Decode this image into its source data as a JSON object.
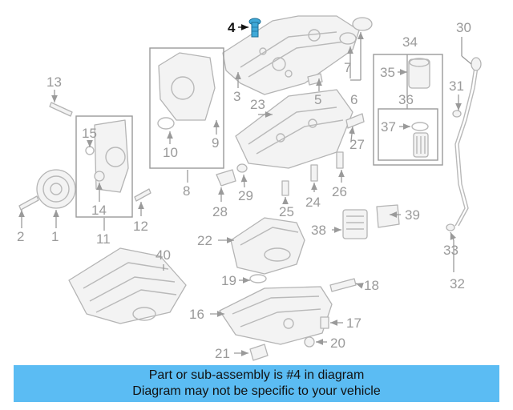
{
  "highlight": {
    "label": "4",
    "color": "#3fa9d8"
  },
  "callouts": [
    "1",
    "2",
    "3",
    "5",
    "6",
    "7",
    "8",
    "9",
    "10",
    "11",
    "12",
    "13",
    "14",
    "15",
    "16",
    "17",
    "18",
    "19",
    "20",
    "21",
    "22",
    "23",
    "24",
    "25",
    "26",
    "27",
    "28",
    "29",
    "30",
    "31",
    "32",
    "33",
    "34",
    "35",
    "36",
    "37",
    "38",
    "39",
    "40"
  ],
  "banner": {
    "line1": "Part or sub-assembly is #4 in diagram",
    "line2": "Diagram may not be specific to your vehicle",
    "background": "#5bbcf3"
  }
}
